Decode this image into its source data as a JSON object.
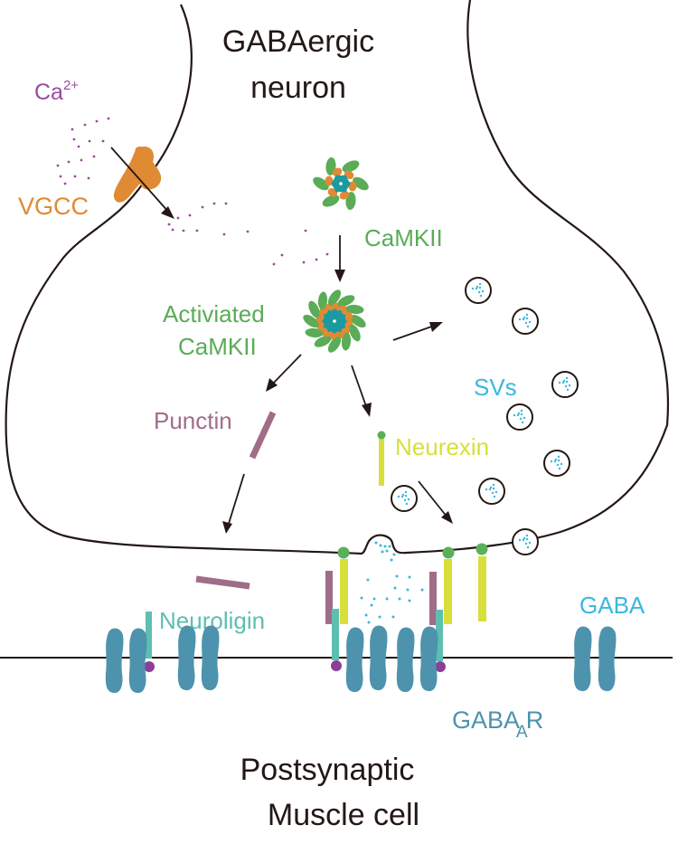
{
  "title": {
    "line1": "GABAergic",
    "line2": "neuron"
  },
  "bottom_title": {
    "line1": "Postsynaptic",
    "line2": "Muscle cell"
  },
  "labels": {
    "ca": "Ca",
    "ca_sup": "2+",
    "vgcc": "VGCC",
    "camkii": "CaMKII",
    "activated_line1": "Activiated",
    "activated_line2": "CaMKII",
    "punctin": "Punctin",
    "neurexin": "Neurexin",
    "svs": "SVs",
    "neuroligin": "Neuroligin",
    "gaba": "GABA",
    "gabaar_main": "GABA",
    "gabaar_sub": "A",
    "gabaar_end": "R"
  },
  "colors": {
    "text_dark": "#231815",
    "calcium": "#9b4a9e",
    "vgcc": "#e08a34",
    "camkii_green": "#5aac57",
    "camkii_core": "#1c9a9f",
    "punctin": "#a06d89",
    "neurexin": "#d8df3a",
    "neurexin_head": "#5ab05a",
    "svs": "#3ab9dc",
    "neuroligin": "#5dbfb0",
    "neuroligin_foot": "#8b3f96",
    "receptor": "#4d93ad"
  }
}
